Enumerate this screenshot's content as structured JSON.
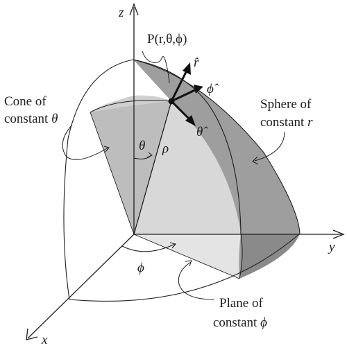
{
  "colors": {
    "background": "#ffffff",
    "ink": "#1e1e1e",
    "sphere_surface": "#9e9e9e",
    "sphere_edge_band": "#8a8a8a",
    "cone_surface": "#bdbdbd",
    "plane_surface": "#d8d8d8",
    "plane_light_wedge": "#e4e4e4",
    "point_dot": "#111111"
  },
  "axes": {
    "z": "z",
    "y": "y",
    "x": "x"
  },
  "point_label": "P(r,θ,ϕ)",
  "unit_vectors": {
    "r_hat": "r̂",
    "phi_hat": "ϕ̂",
    "theta_hat": "θ̂"
  },
  "angles": {
    "theta": "θ",
    "phi": "ϕ"
  },
  "radius_label": "ρ",
  "surfaces": {
    "cone": {
      "line1": "Cone of",
      "line2_text": "constant ",
      "line2_symbol": "θ"
    },
    "sphere": {
      "line1": "Sphere of",
      "line2_text": "constant ",
      "line2_symbol": "r"
    },
    "plane": {
      "line1": "Plane of",
      "line2_text": "constant ",
      "line2_symbol": "ϕ"
    }
  }
}
